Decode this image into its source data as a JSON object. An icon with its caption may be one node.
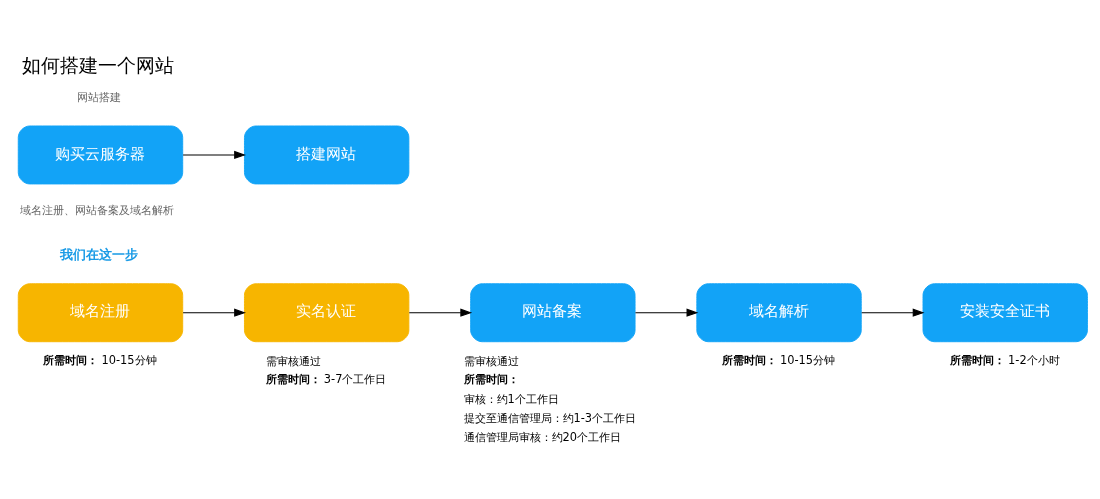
{
  "diagram": {
    "title": "如何搭建一个网站",
    "nodes": [
      {
        "text": [
          "购买云服务器"
        ]
      },
      {
        "text": [
          "搭建网站"
        ]
      },
      {
        "text": [
          "域名注册"
        ],
        "beside": [
          "**所需时间：**10-15分钟"
        ]
      },
      {
        "text": [
          "实名认证"
        ],
        "beside": [
          "需审核通过",
          "**所需时间：**3-7个工作日"
        ]
      },
      {
        "text": [
          "网站备案"
        ],
        "beside": [
          "需审核通过",
          "**所需时间：**",
          "审核：约1个工作日",
          "提交至通信管理局：约1-3个工作日",
          "通信管理局审核：约20个工作日"
        ]
      },
      {
        "text": [
          "域名解析"
        ],
        "beside": [
          "**所需时间：**10-15分钟"
        ]
      },
      {
        "text": [
          "安装安全证书"
        ],
        "beside": [
          "**所需时间：**1-2个小时"
        ]
      }
    ],
    "edges": [
      {
        "from": 0,
        "to": 1,
        "arrow": "to"
      },
      {
        "from": 2,
        "to": 3,
        "arrow": "to"
      },
      {
        "from": 3,
        "to": 4,
        "arrow": "to"
      },
      {
        "from": 4,
        "to": 5,
        "arrow": "to"
      },
      {
        "from": 5,
        "to": 6,
        "arrow": "to"
      }
    ],
    "labels": [
      "网站搭建",
      "域名注册、网站备案及域名解析",
      "我们在这一步"
    ]
  }
}
